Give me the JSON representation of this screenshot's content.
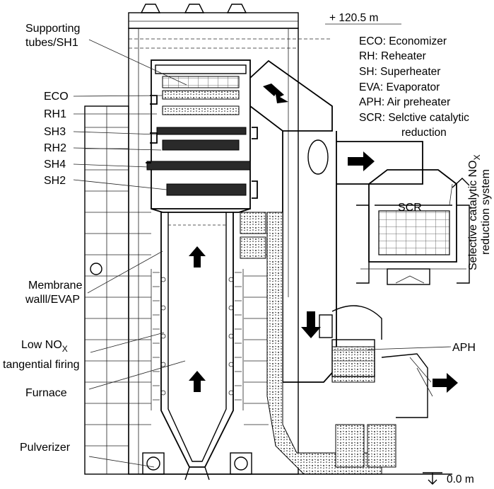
{
  "elevations": {
    "top": "+ 120.5 m",
    "ground": "0.0 m"
  },
  "legend": [
    "ECO: Economizer",
    "RH: Reheater",
    "SH: Superheater",
    "EVA: Evaporator",
    "APH: Air preheater",
    "SCR: Selctive catalytic",
    "reduction"
  ],
  "labels": {
    "supporting_tubes_1": "Supporting",
    "supporting_tubes_2": "tubes/SH1",
    "eco": "ECO",
    "rh1": "RH1",
    "sh3": "SH3",
    "rh2": "RH2",
    "sh4": "SH4",
    "sh2": "SH2",
    "membrane_1": "Membrane",
    "membrane_2": "walll/EVAP",
    "lownox_1": "Low NO",
    "lownox_sub": "X",
    "lownox_2": "tangential firing",
    "furnace": "Furnace",
    "pulverizer": "Pulverizer",
    "scr": "SCR",
    "aph": "APH",
    "scr_system_1": "Selective catalytic NO",
    "scr_system_sub": "X",
    "scr_system_2": "reduction system"
  }
}
